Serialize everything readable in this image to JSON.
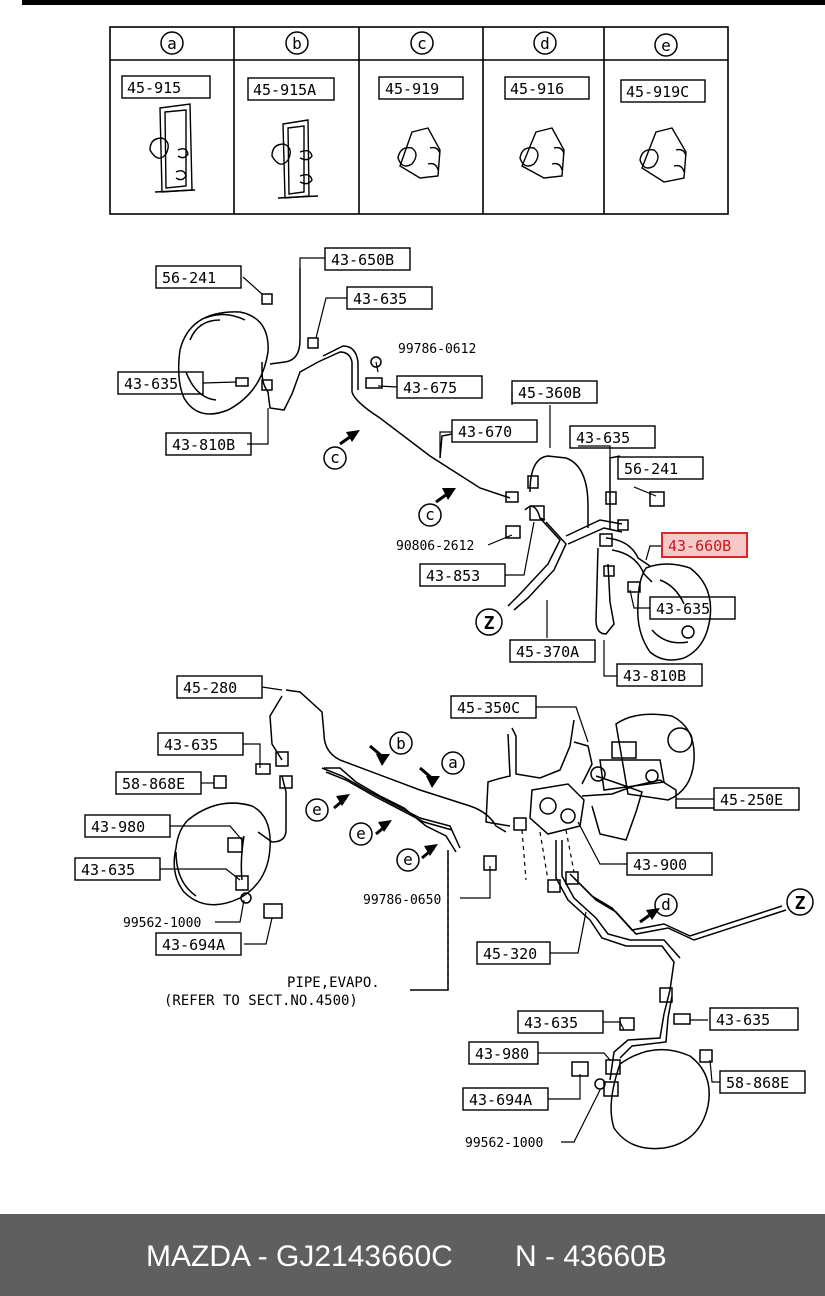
{
  "clip_table": {
    "columns": [
      {
        "letter": "a",
        "part": "45-915"
      },
      {
        "letter": "b",
        "part": "45-915A"
      },
      {
        "letter": "c",
        "part": "45-919"
      },
      {
        "letter": "d",
        "part": "45-916"
      },
      {
        "letter": "e",
        "part": "45-919C"
      }
    ]
  },
  "labels": {
    "l_43_650B": "43-650B",
    "l_56_241_a": "56-241",
    "l_43_635_a": "43-635",
    "l_99786_0612": "99786-0612",
    "l_43_635_b": "43-635",
    "l_43_675": "43-675",
    "l_45_360B": "45-360B",
    "l_43_810B_a": "43-810B",
    "l_43_670": "43-670",
    "l_43_635_c": "43-635",
    "l_56_241_b": "56-241",
    "l_90806_2612": "90806-2612",
    "l_43_660B": "43-660B",
    "l_43_853": "43-853",
    "l_43_635_d": "43-635",
    "l_45_370A": "45-370A",
    "l_43_810B_b": "43-810B",
    "l_45_280": "45-280",
    "l_45_350C": "45-350C",
    "l_43_635_e": "43-635",
    "l_45_250E": "45-250E",
    "l_58_868E_a": "58-868E",
    "l_43_980_a": "43-980",
    "l_43_900": "43-900",
    "l_43_635_f": "43-635",
    "l_99786_0650": "99786-0650",
    "l_99562_1000_a": "99562-1000",
    "l_43_694A_a": "43-694A",
    "l_45_320": "45-320",
    "l_pipe_evapo": "PIPE,EVAPO.",
    "l_refer": "(REFER TO SECT.NO.4500)",
    "l_43_635_g": "43-635",
    "l_43_635_h": "43-635",
    "l_43_980_b": "43-980",
    "l_58_868E_b": "58-868E",
    "l_43_694A_b": "43-694A",
    "l_99562_1000_b": "99562-1000"
  },
  "callouts": {
    "c1": "c",
    "c2": "c",
    "z1": "Z",
    "b1": "b",
    "a1": "a",
    "e1": "e",
    "e2": "e",
    "e3": "e",
    "d1": "d",
    "z2": "Z"
  },
  "highlight": {
    "part": "43-660B",
    "color": "#e0242a",
    "fill": "#f6c9c9"
  },
  "footer": {
    "brand": "MAZDA - GJ2143660C",
    "number": "N - 43660B",
    "background": "#5f5f5f"
  }
}
